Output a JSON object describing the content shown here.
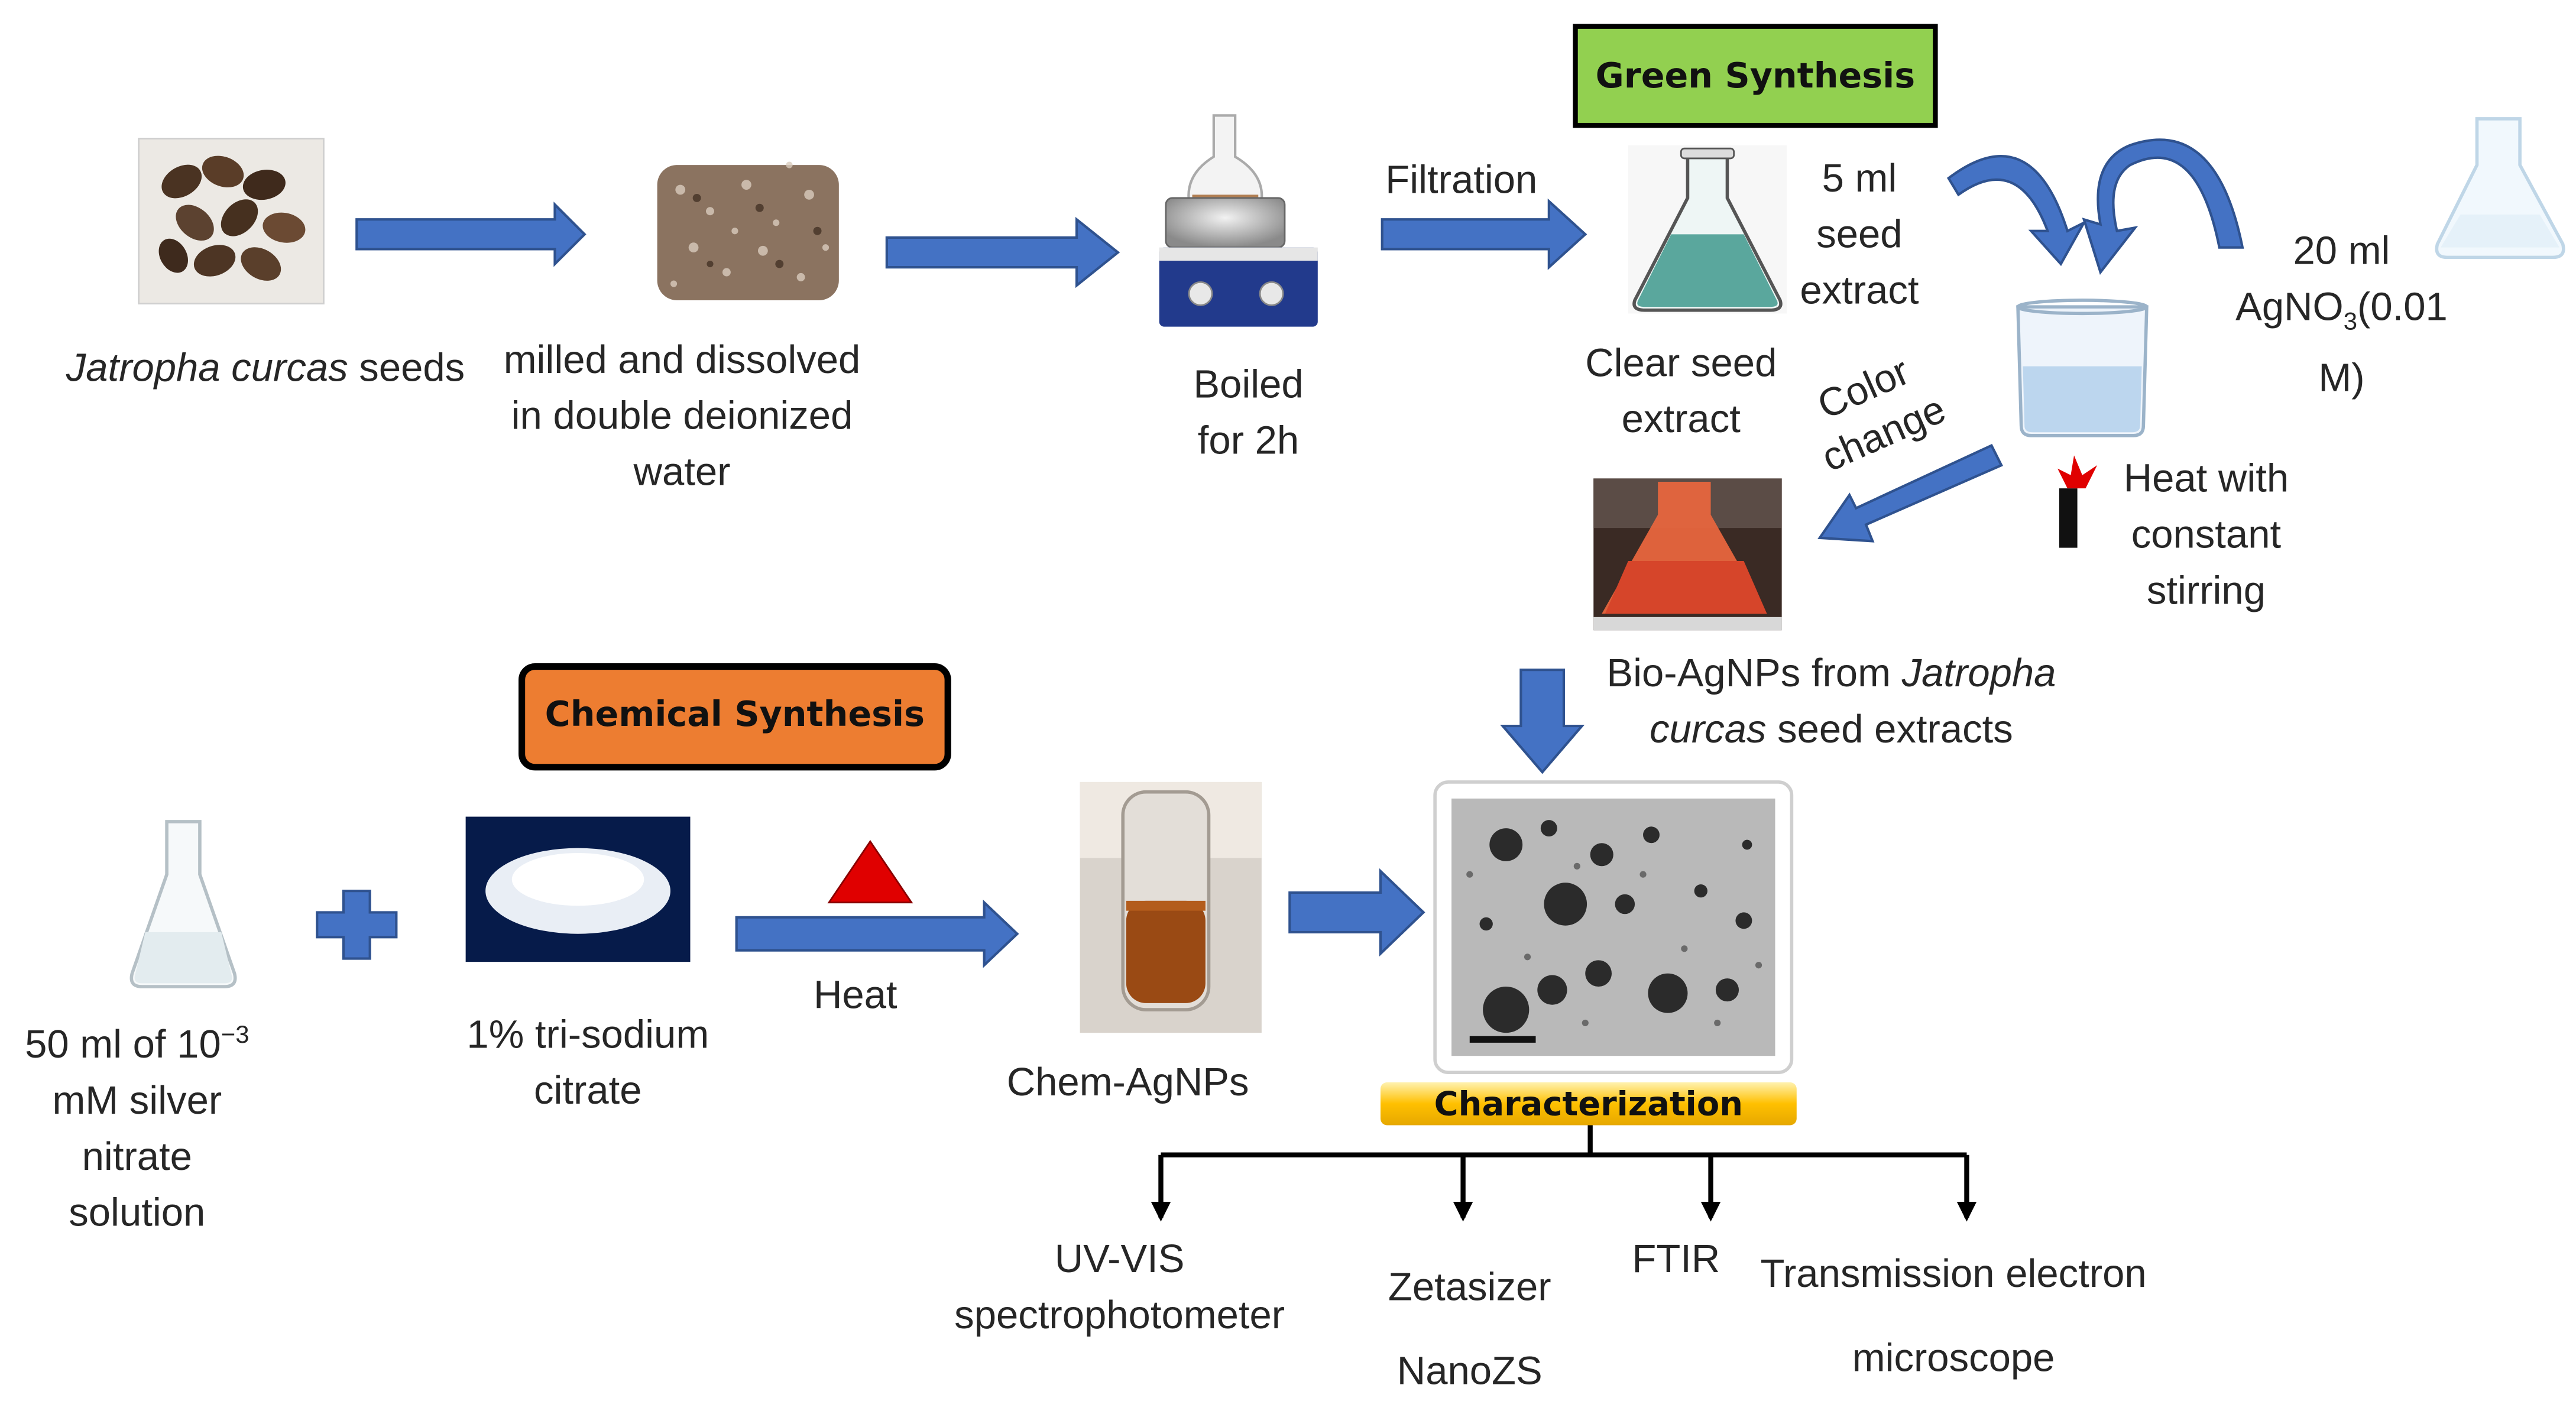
{
  "colors": {
    "arrow": "#4472c4",
    "arrow_dark": "#2f528f",
    "green_box": "#92d050",
    "orange_box": "#ed7d31",
    "char_bar": "#ffc000",
    "heat_triangle": "#e00000"
  },
  "green_synthesis": {
    "title": "Green Synthesis",
    "seeds_label_italic": "Jatropha curcas",
    "seeds_label_rest": "seeds",
    "milled_l1": "milled and dissolved",
    "milled_l2": "in double deionized",
    "milled_l3": "water",
    "boiled_l1": "Boiled",
    "boiled_l2": "for 2h",
    "filtration": "Filtration",
    "clear_l1": "Clear seed",
    "clear_l2": "extract",
    "seed5_l1": "5 ml",
    "seed5_l2": "seed",
    "seed5_l3": "extract",
    "agno3_l1": "20 ml",
    "agno3_l2a": "AgNO",
    "agno3_sub": "3",
    "agno3_l2b": "(0.01",
    "agno3_l3": "M)",
    "heat_l1": "Heat with",
    "heat_l2": "constant",
    "heat_l3": "stirring",
    "color_l1": "Color",
    "color_l2": "change",
    "bio_l1a": "Bio-AgNPs from ",
    "bio_l1b": "Jatropha",
    "bio_l2a": "curcas",
    "bio_l2b": " seed extracts"
  },
  "chemical_synthesis": {
    "title": "Chemical Synthesis",
    "nitrate_l1a": "50 ml of 10",
    "nitrate_sup": "−3",
    "nitrate_l2": "mM silver",
    "nitrate_l3": "nitrate",
    "nitrate_l4": "solution",
    "citrate_l1": "1% tri-sodium",
    "citrate_l2": "citrate",
    "heat": "Heat",
    "chem_agnps": "Chem-AgNPs"
  },
  "characterization": {
    "title": "Characterization",
    "techniques": [
      {
        "l1": "UV-VIS",
        "l2": "spectrophotometer"
      },
      {
        "l1": "Zetasizer",
        "l2": "NanoZS"
      },
      {
        "l1": "FTIR",
        "l2": ""
      },
      {
        "l1": "Transmission electron",
        "l2": "microscope"
      }
    ]
  }
}
